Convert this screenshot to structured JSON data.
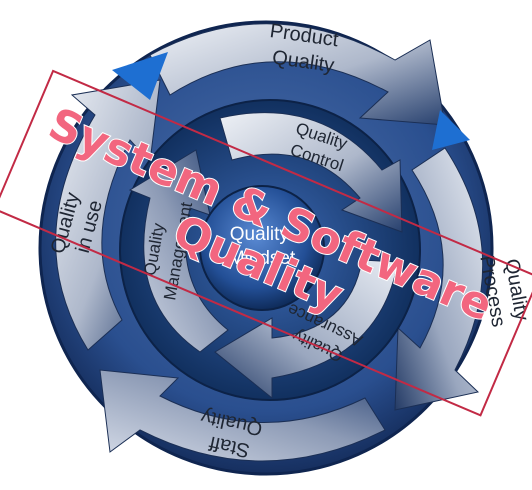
{
  "diagram": {
    "outer_cycle": {
      "product_quality": [
        "Product",
        "Quality"
      ],
      "process_quality": [
        "Process",
        "Quality"
      ],
      "staff_quality": [
        "Staff",
        "Quality"
      ],
      "quality_in_use": [
        "Quality",
        "in use"
      ]
    },
    "inner_cycle": {
      "quality_control": [
        "Quality",
        "Control"
      ],
      "quality_assurance": [
        "Quality",
        "Assurance"
      ],
      "quality_management": [
        "Quality",
        "Management"
      ]
    },
    "center": [
      "Quality",
      "Mindset"
    ],
    "watermark": [
      "System & Software",
      "Quality"
    ]
  },
  "colors": {
    "ring_dark": "#173a75",
    "ring_mid": "#2e5ea8",
    "ring_light": "#d9dfea",
    "highlight_blue": "#1e6fd2",
    "watermark": "#f2667f",
    "frame": "#c22a45"
  }
}
